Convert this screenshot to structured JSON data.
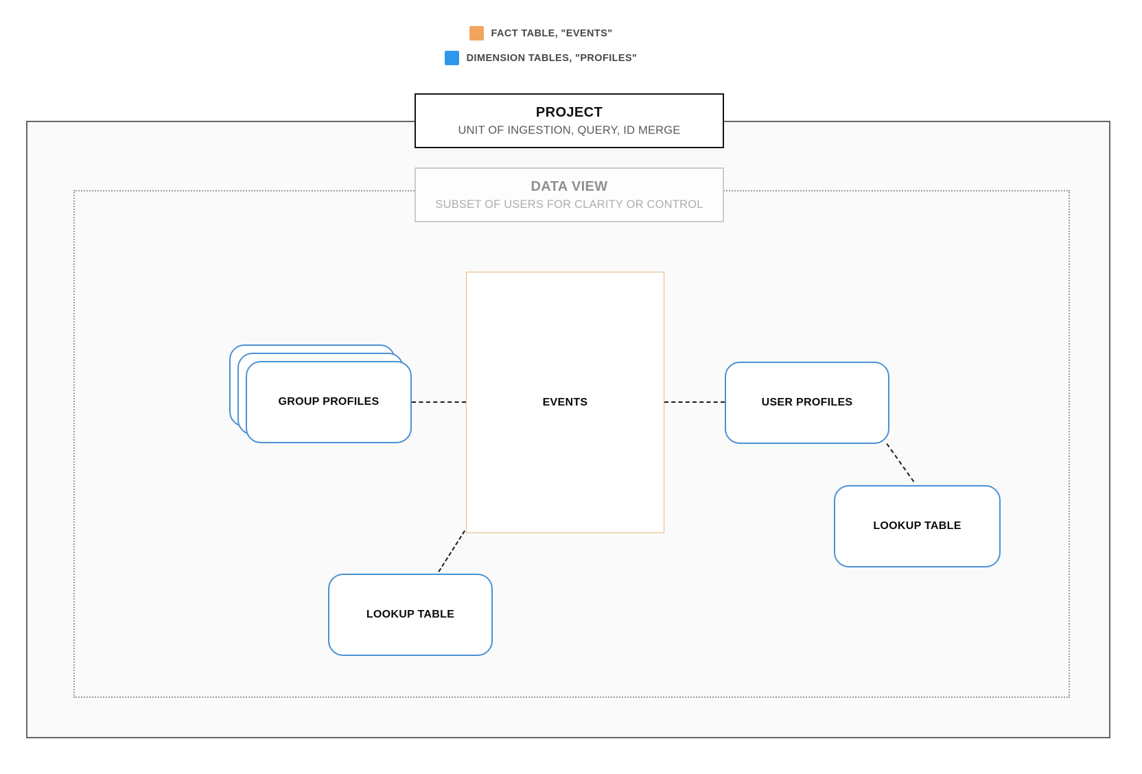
{
  "legend": {
    "items": [
      {
        "id": "fact-table",
        "label": "FACT TABLE, \"EVENTS\"",
        "color": "#f2a55e"
      },
      {
        "id": "dimension-tables",
        "label": "DIMENSION TABLES, \"PROFILES\"",
        "color": "#2f96ee"
      }
    ]
  },
  "project": {
    "title": "PROJECT",
    "subtitle": "UNIT OF INGESTION, QUERY, ID MERGE"
  },
  "data_view": {
    "title": "DATA VIEW",
    "subtitle": "SUBSET OF USERS FOR CLARITY OR CONTROL"
  },
  "nodes": {
    "events": {
      "label": "EVENTS",
      "type": "fact"
    },
    "group_profiles": {
      "label": "GROUP PROFILES",
      "type": "dimension",
      "stacked": true
    },
    "user_profiles": {
      "label": "USER PROFILES",
      "type": "dimension"
    },
    "lookup_left": {
      "label": "LOOKUP TABLE",
      "type": "dimension"
    },
    "lookup_right": {
      "label": "LOOKUP TABLE",
      "type": "dimension"
    }
  },
  "edges": [
    {
      "from": "group_profiles",
      "to": "events",
      "style": "dashed"
    },
    {
      "from": "events",
      "to": "user_profiles",
      "style": "dashed"
    },
    {
      "from": "events",
      "to": "lookup_left",
      "style": "dashed"
    },
    {
      "from": "user_profiles",
      "to": "lookup_right",
      "style": "dashed"
    }
  ],
  "colors": {
    "fact_accent": "#f2a55e",
    "fact_border": "#e7b97e",
    "dimension_accent": "#2f96ee",
    "dimension_border": "#4b90d5",
    "project_border": "#141414",
    "dataview_border": "#cccccc",
    "outer_boundary_border": "#646464",
    "dotted_boundary_border": "#9a9a9a",
    "boundary_background": "#fafafa",
    "edge_color": "#1a1a1a",
    "legend_text": "#474747",
    "muted_title": "#8f8f8f",
    "muted_subtitle": "#adadad"
  }
}
